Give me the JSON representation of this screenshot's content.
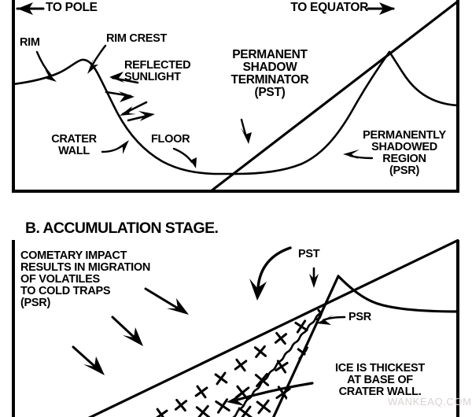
{
  "figure": {
    "kind": "two-panel lunar crater cross-section diagram",
    "stroke_color": "#000000",
    "background_color": "#ffffff",
    "watermark": "WANKEAQ.COM"
  },
  "panel_a": {
    "direction_left": "TO POLE",
    "direction_right": "TO EQUATOR",
    "labels": {
      "rim": "RIM",
      "rim_crest": "RIM CREST",
      "reflected_sunlight": "REFLECTED\nSUNLIGHT",
      "crater_wall": "CRATER\nWALL",
      "floor": "FLOOR",
      "pst": "PERMANENT\nSHADOW\nTERMINATOR\n(PST)",
      "psr": "PERMANENTLY\nSHADOWED\nREGION\n(PSR)"
    }
  },
  "panel_b": {
    "title": "B. ACCUMULATION STAGE.",
    "labels": {
      "cometary": "COMETARY IMPACT\nRESULTS IN MIGRATION\nOF VOLATILES\nTO COLD TRAPS\n(PSR)",
      "pst": "PST",
      "psr": "PSR",
      "ice_thickest": "ICE IS THICKEST\nAT BASE OF\nCRATER WALL."
    }
  }
}
